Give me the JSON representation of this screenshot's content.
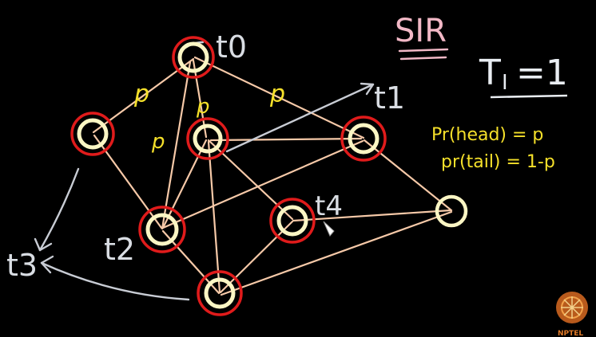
{
  "title": "SIR",
  "recovery_time": "T",
  "recovery_time_sub": "I",
  "recovery_time_value": "=1",
  "probabilities": {
    "head": "Pr(head) = p",
    "tail": "pr(tail) = 1-p"
  },
  "edge_label": "p",
  "time_labels": {
    "t0": "t0",
    "t1": "t1",
    "t2": "t2",
    "t3": "t3",
    "t4": "t4"
  },
  "logo_text": "NPTEL",
  "colors": {
    "background": "#000000",
    "node_fill": "#fbf6c4",
    "node_ring": "#e01b1b",
    "edge": "#f6c9a8",
    "arrow": "#c8ccd4",
    "title": "#f2b8c6",
    "annotation": "#f5e02a",
    "label": "#d9dde3"
  }
}
